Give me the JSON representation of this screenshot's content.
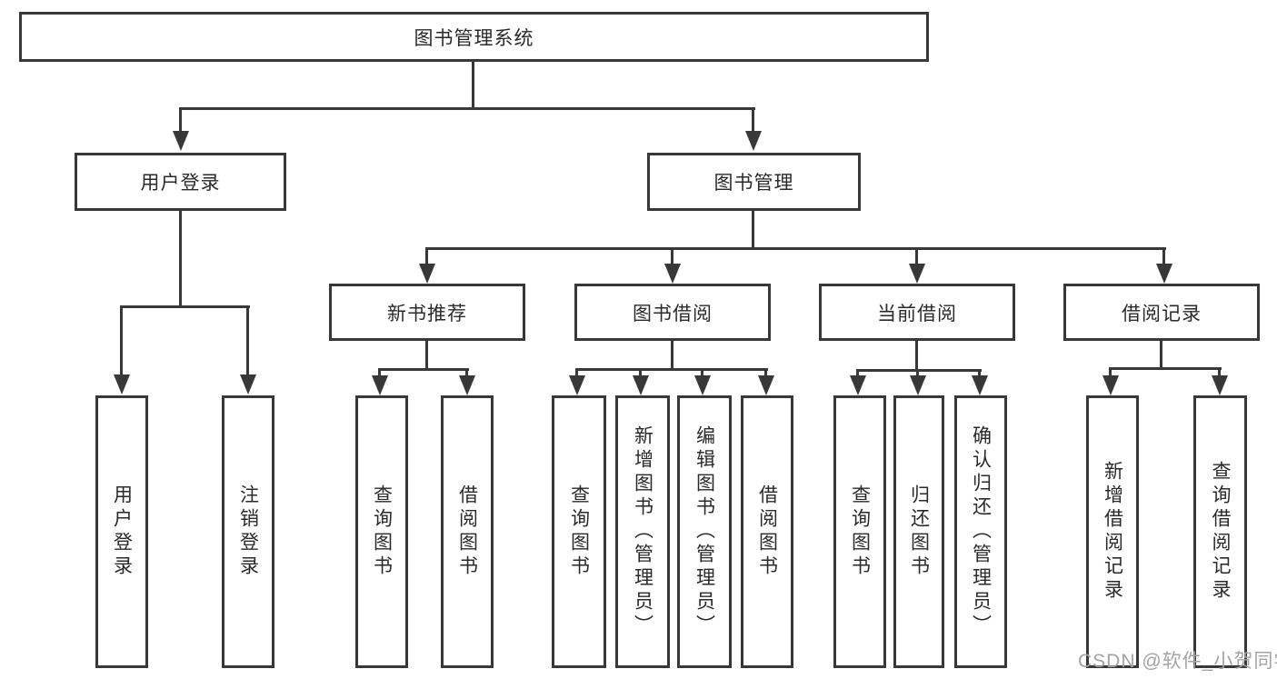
{
  "diagram": {
    "root": {
      "label": "图书管理系统",
      "children": [
        {
          "label": "用户登录",
          "children": [
            {
              "label": "用户登录"
            },
            {
              "label": "注销登录"
            }
          ]
        },
        {
          "label": "图书管理",
          "children": [
            {
              "label": "新书推荐",
              "children": [
                {
                  "label": "查询图书"
                },
                {
                  "label": "借阅图书"
                }
              ]
            },
            {
              "label": "图书借阅",
              "children": [
                {
                  "label": "查询图书"
                },
                {
                  "label": "新增图书（管理员）"
                },
                {
                  "label": "编辑图书（管理员）"
                },
                {
                  "label": "借阅图书"
                }
              ]
            },
            {
              "label": "当前借阅",
              "children": [
                {
                  "label": "查询图书"
                },
                {
                  "label": "归还图书"
                },
                {
                  "label": "确认归还（管理员）"
                }
              ]
            },
            {
              "label": "借阅记录",
              "children": [
                {
                  "label": "新增借阅记录"
                },
                {
                  "label": "查询借阅记录"
                }
              ]
            }
          ]
        }
      ]
    }
  },
  "watermark": {
    "text": "CSDN @软件_小贺同学"
  },
  "colors": {
    "line": "#383838",
    "text": "#2a2a2a",
    "background": "#ffffff",
    "watermark": "#a3a3a3"
  }
}
